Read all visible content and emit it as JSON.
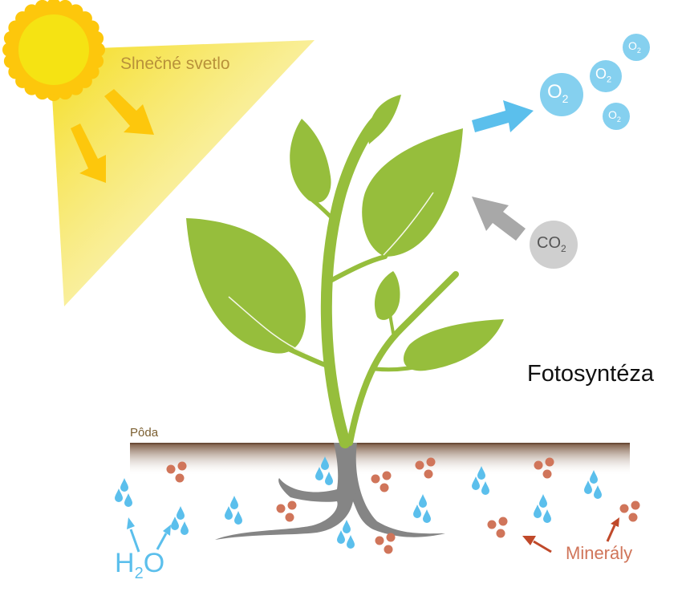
{
  "labels": {
    "sunlight": "Slnečné svetlo",
    "title": "Fotosyntéza",
    "soil": "Pôda",
    "minerals": "Minerály",
    "water_h": "H",
    "water_sub": "2",
    "water_o": "O",
    "co2_main": "CO",
    "co2_sub": "2",
    "o2_main": "O",
    "o2_sub": "2"
  },
  "colors": {
    "sun": "#f5e313",
    "sun_rays": "#fdc70c",
    "leaf": "#96be3c",
    "root": "#858585",
    "water": "#5bbfec",
    "mineral": "#d0755a",
    "mineral_arrow": "#c0492a",
    "oxygen": "#85d0ef",
    "co2": "#cfcfcf",
    "soil": "#7d5c45",
    "sun_text": "#b8913a",
    "soil_text": "#7a5e2f"
  }
}
